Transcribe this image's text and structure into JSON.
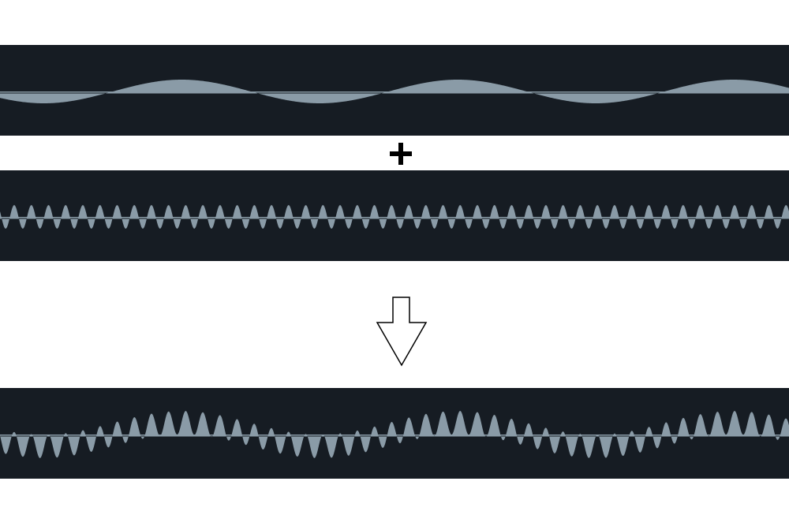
{
  "colors": {
    "panel_bg": "#161c23",
    "wave_fill": "#8a9ba7",
    "symbol": "#000000"
  },
  "signals": [
    {
      "name": "low-frequency-wave",
      "cycles_across": 2.86,
      "amplitude": 1.0,
      "zero_cross_fraction": 0.143
    },
    {
      "name": "high-frequency-wave",
      "cycles_across": 46,
      "amplitude": 1.0,
      "peak_fraction": 0.018
    },
    {
      "name": "sum-wave",
      "components": [
        "low-frequency-wave",
        "high-frequency-wave"
      ]
    }
  ],
  "operators": {
    "combine": "plus-icon",
    "result": "down-arrow-icon"
  }
}
